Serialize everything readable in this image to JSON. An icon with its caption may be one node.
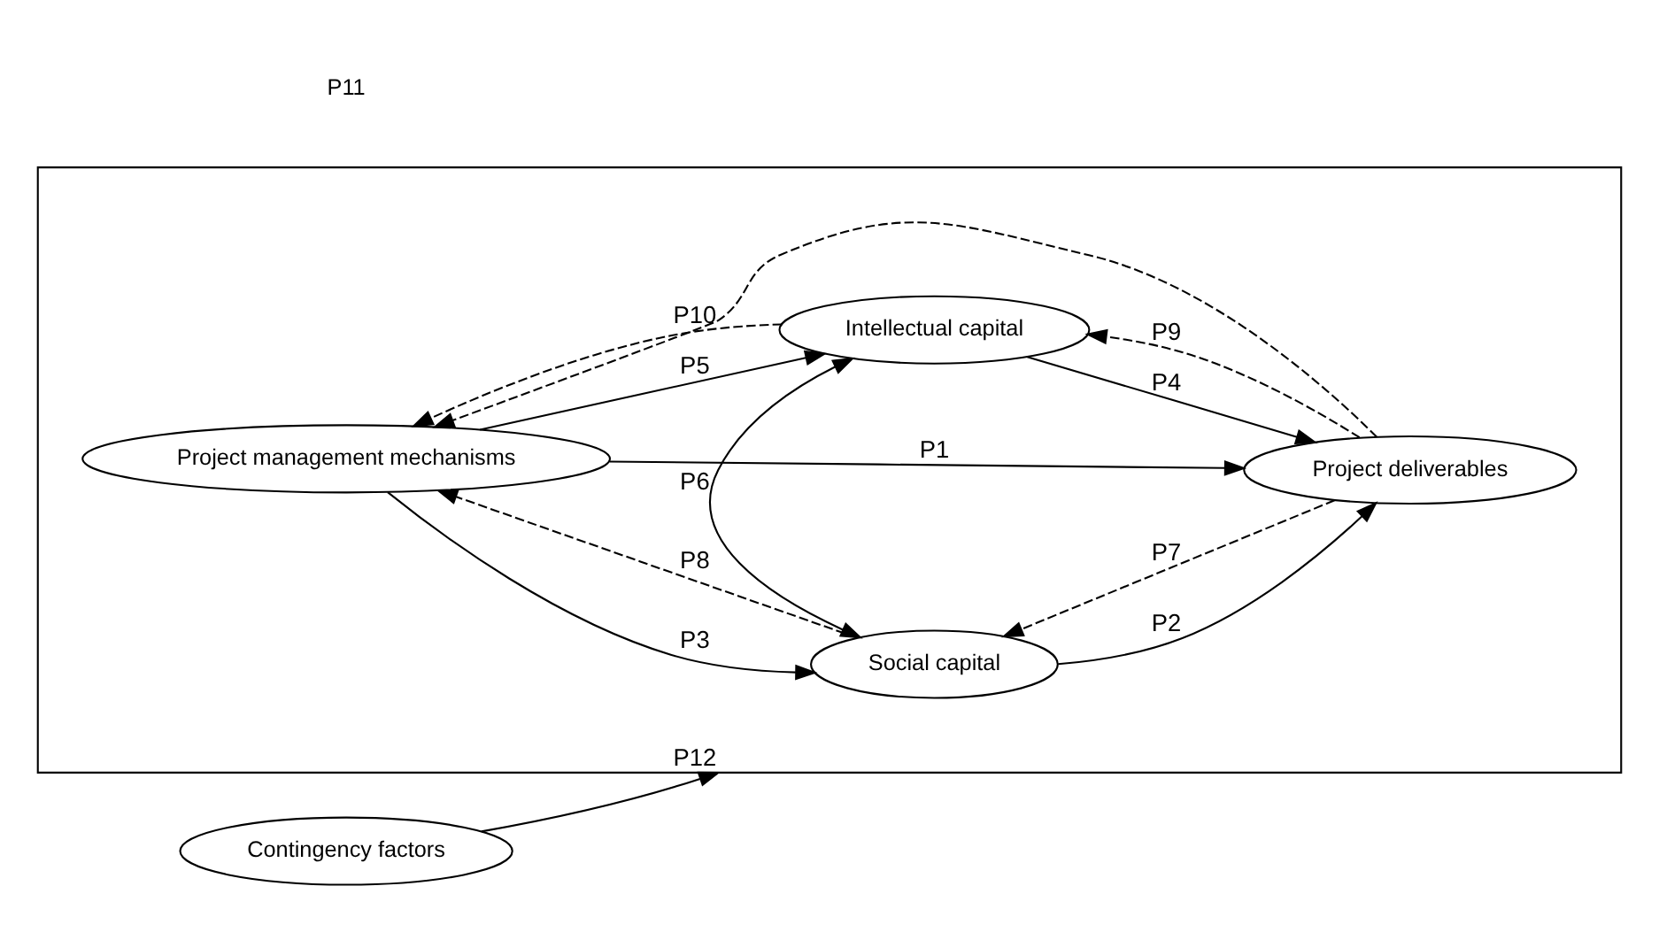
{
  "diagram": {
    "nodes": [
      {
        "text": [],
        "shape": "box"
      },
      {
        "text": [
          "Contingency factors"
        ]
      },
      {
        "text": [
          "Social capital"
        ],
        "in": 0
      },
      {
        "text": [
          "Project management mechanisms"
        ],
        "in": 0
      },
      {
        "text": [
          "Project deliverables"
        ],
        "in": 0
      },
      {
        "text": [
          "Intellectual capital"
        ],
        "in": 0
      }
    ],
    "edges": [
      {
        "from": 1,
        "to": 0,
        "arrow": "to",
        "label": "P12"
      },
      {
        "from": 3,
        "to": 4,
        "arrow": "to",
        "label": "P1"
      },
      {
        "from": 2,
        "to": 4,
        "arrow": "to",
        "label": "P2"
      },
      {
        "from": 3,
        "to": 2,
        "arrow": "to",
        "label": "P3"
      },
      {
        "from": 5,
        "to": 4,
        "arrow": "to",
        "label": "P4"
      },
      {
        "from": 3,
        "to": 5,
        "arrow": "to",
        "label": "P5"
      },
      {
        "from": 2,
        "to": 5,
        "arrow": "both",
        "label": "P6"
      },
      {
        "from": 4,
        "to": 2,
        "arrow": "to",
        "label": "P7",
        "style": "dashed"
      },
      {
        "from": 2,
        "to": 3,
        "arrow": "to",
        "label": "P8",
        "style": "dashed"
      },
      {
        "from": 4,
        "to": 5,
        "arrow": "to",
        "label": "P9",
        "style": "dashed"
      },
      {
        "from": 5,
        "to": 3,
        "arrow": "to",
        "label": "P10",
        "style": "dashed"
      },
      {
        "from": 4,
        "to": 3,
        "arrow": "to",
        "style": "dashed"
      }
    ],
    "labels": [
      "P11"
    ]
  }
}
